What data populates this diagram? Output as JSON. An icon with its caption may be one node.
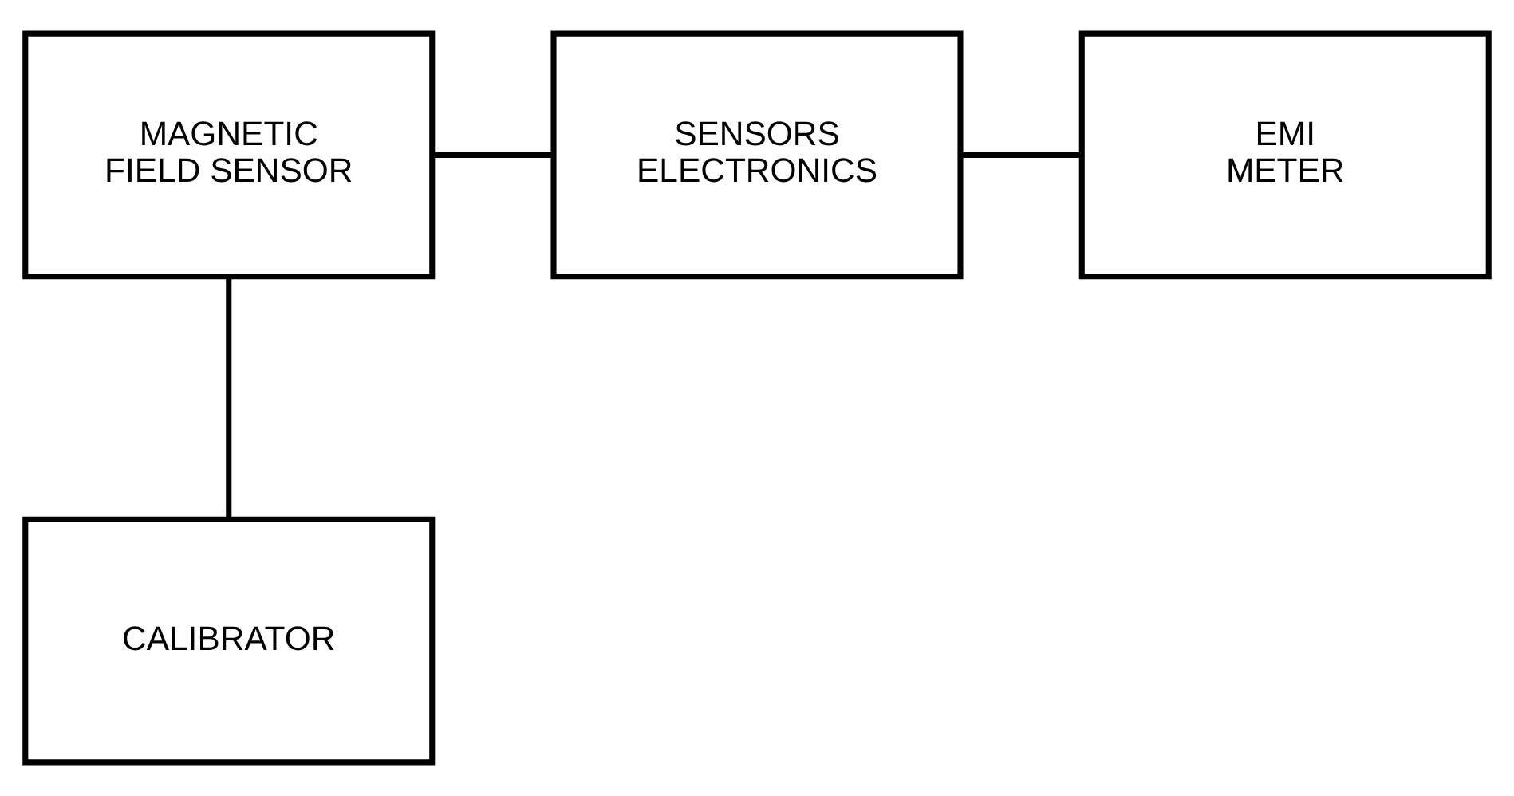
{
  "diagram": {
    "nodes": [
      {
        "text": [
          "MAGNETIC FIELD SENSOR"
        ]
      },
      {
        "text": [
          "SENSORS ELECTRONICS"
        ]
      },
      {
        "text": [
          "EMI METER"
        ]
      },
      {
        "text": [
          "CALIBRATOR"
        ]
      }
    ],
    "edges": [
      {
        "from": 0,
        "to": 1,
        "arrow": "none"
      },
      {
        "from": 1,
        "to": 2,
        "arrow": "none"
      },
      {
        "from": 0,
        "to": 3,
        "arrow": "none"
      }
    ]
  }
}
